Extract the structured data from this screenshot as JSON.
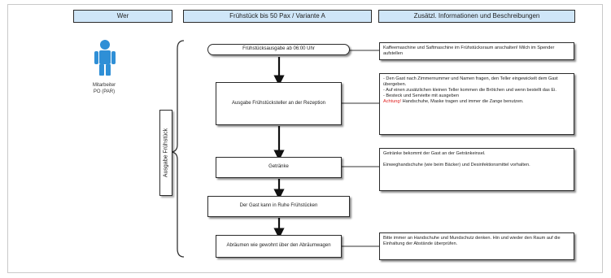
{
  "headers": {
    "wer": "Wer",
    "process": "Frühstück bis 50 Pax / Variante A",
    "info": "Zusätzl. Informationen und Beschreibungen"
  },
  "role": {
    "name": "Mitarbeiter",
    "sub": "PO (PAR)",
    "icon": "person-icon"
  },
  "swimlane_label": "Ausgabe Frühstück",
  "steps": [
    {
      "label": "Frühstücksausgabe ab 06:00 Uhr"
    },
    {
      "label": "Ausgabe Frühstücksteller an der Rezeption"
    },
    {
      "label": "Getränke"
    },
    {
      "label": "Der Gast kann in Ruhe Frühstücken"
    },
    {
      "label": "Abräumen wie gewohnt über den Abräumwagen"
    }
  ],
  "notes": {
    "n1": "Kaffeemaschine und Saftmaschine im Frühstücksraum anschalten! Milch im Spender aufstellen",
    "n2_l1": "- Den Gast nach Zimmernummer und Namen fragen, den Teller eingewickelt dem Gast übergeben.",
    "n2_l2": "- Auf einen zusätzlichen kleinen Teller kommen die Brötchen und wenn bestellt das Ei.",
    "n2_l3": "- Besteck und Serviette mit ausgeben",
    "n2_l4_red": "Achtung!",
    "n2_l4": " Handschuhe, Maske tragen und immer die Zange benutzen.",
    "n3_l1": "Getränke bekommt der Gast an der Getränkeinsel.",
    "n3_l2": "Einweghandschuhe (wie beim Bäcker) und Desinfektionsmittel vorhalten.",
    "n4": "Bitte immer an Handschuhe und Mundschutz denken. Hin und wieder den Raum auf die Einhaltung der Abstände überprüfen."
  },
  "colors": {
    "header_fill": "#cfe6f8",
    "person": "#2f8fd6",
    "warning": "#e02020"
  }
}
